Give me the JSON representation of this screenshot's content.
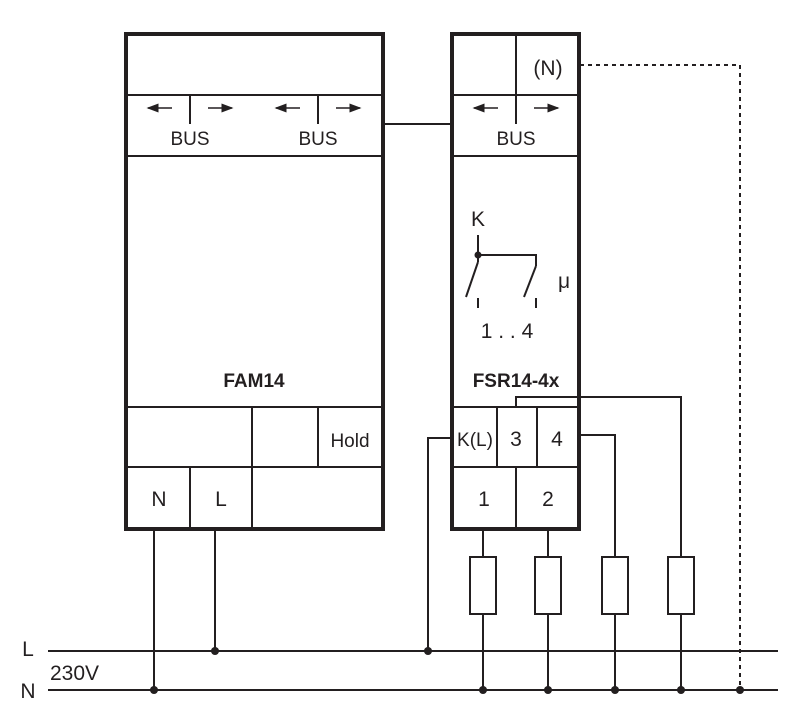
{
  "fam14": {
    "name": "FAM14",
    "bus_left": "BUS",
    "bus_right": "BUS",
    "hold": "Hold",
    "terminal_n": "N",
    "terminal_l": "L"
  },
  "fsr14": {
    "name": "FSR14-4x",
    "neutral": "(N)",
    "bus": "BUS",
    "contact_common": "K",
    "contact_range": "1 . . 4",
    "relay_symbol": "μ",
    "terminal_kl": "K(L)",
    "terminal_3": "3",
    "terminal_4": "4",
    "terminal_1": "1",
    "terminal_2": "2"
  },
  "supply": {
    "line_l": "L",
    "line_n": "N",
    "voltage": "230V"
  }
}
